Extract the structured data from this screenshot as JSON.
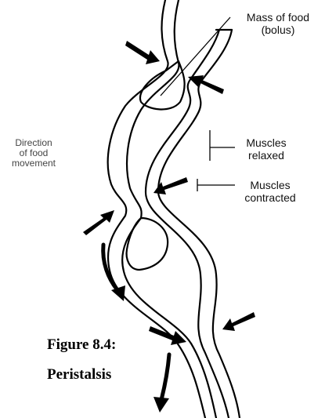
{
  "labels": {
    "bolus_line1": "Mass of food",
    "bolus_line2": "(bolus)",
    "relaxed_line1": "Muscles",
    "relaxed_line2": "relaxed",
    "contracted_line1": "Muscles",
    "contracted_line2": "contracted",
    "direction_line1": "Direction",
    "direction_line2": "of food",
    "direction_line3": "movement"
  },
  "caption": {
    "figure": "Figure 8.4:",
    "title": "Peristalsis"
  }
}
